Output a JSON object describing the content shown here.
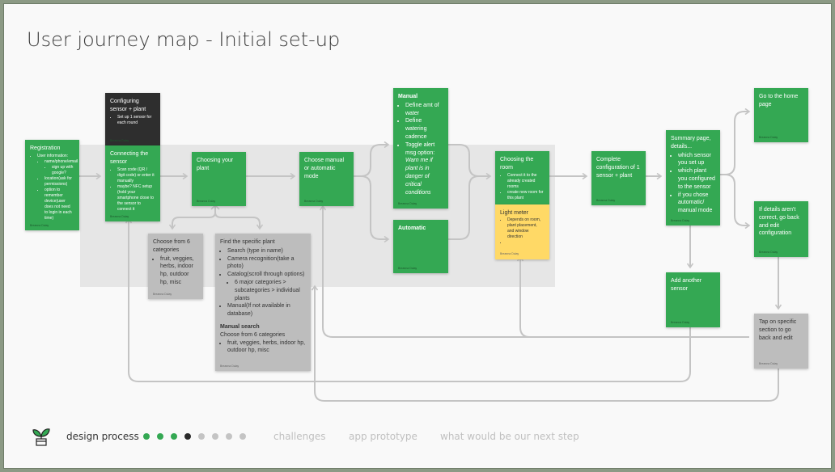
{
  "title": "User journey map - Initial set-up",
  "colors": {
    "green": "#34a853",
    "dark": "#2e2e2e",
    "yellow": "#ffd966",
    "gray": "#bdbdbd",
    "connector": "#c4c4c4"
  },
  "cards": {
    "registration": {
      "title": "Registration",
      "items": [
        {
          "text": "User information:",
          "children": [
            {
              "text": "name/phone/email",
              "children": [
                {
                  "text": "sign up with google?"
                }
              ]
            },
            {
              "text": "location(ask for permissions)"
            },
            {
              "text": "option to remember device(user does not need to login in each time)"
            }
          ]
        }
      ],
      "author": "Breanna Dulay"
    },
    "configuring": {
      "title": "Configuring sensor + plant",
      "items": [
        {
          "text": "Set up 1 sensor for each round"
        }
      ],
      "author": "Breanna Dulay"
    },
    "connecting": {
      "title": "Connecting the sensor",
      "items": [
        {
          "text": "Scan code (QR / digit code) or enter it manually"
        },
        {
          "text": "maybe? NFC setup (hold your smartphone close to the sensor to connect it"
        }
      ],
      "author": "Breanna Dulay"
    },
    "choosing_plant": {
      "title": "Choosing your plant",
      "items": [],
      "author": "Breanna Dulay"
    },
    "choose_mode": {
      "title": "Choose manual or automatic mode",
      "items": [],
      "author": "Breanna Dulay"
    },
    "manual": {
      "title": "Manual",
      "items": [
        {
          "text": "Define amt of water"
        },
        {
          "text": "Define watering cadence"
        },
        {
          "text": "Toggle alert msg option: ",
          "italic": "Warn me if plant is in danger of critical conditions"
        }
      ],
      "author": "Breanna Dulay"
    },
    "automatic": {
      "title": "Automatic",
      "items": [],
      "author": "Breanna Dulay"
    },
    "choosing_room": {
      "title": "Choosing the room",
      "items": [
        {
          "text": "Connect it to the already created rooms"
        },
        {
          "text": "create new room for this plant"
        }
      ]
    },
    "light_meter": {
      "title": "Light meter",
      "items": [
        {
          "text": "Depends on room, plant placement, and window direction"
        },
        {
          "text": ""
        }
      ],
      "author": "Breanna Dulay"
    },
    "complete": {
      "title": "Complete configuration of 1 sensor + plant",
      "items": [],
      "author": "Breanna Dulay"
    },
    "summary": {
      "title": "Summary page, details...",
      "items": [
        {
          "text": "which sensor you set up"
        },
        {
          "text": "which plant you configured to the sensor"
        },
        {
          "text": "if you chose automatic/ manual mode"
        }
      ],
      "author": "Breanna Dulay"
    },
    "home": {
      "title": "Go to the home page",
      "items": [],
      "author": "Breanna Dulay"
    },
    "edit": {
      "title": "If details aren't correct, go back and edit configuration",
      "items": [],
      "author": "Breanna Dulay"
    },
    "add_sensor": {
      "title": "Add another sensor",
      "items": [],
      "author": "Breanna Dulay"
    },
    "tap_section": {
      "title": "Tap on specific section to go back and edit",
      "items": [],
      "author": "Breanna Dulay"
    },
    "choose_categories": {
      "title": "Choose from 6 categories",
      "items": [
        {
          "text": "fruit, veggies, herbs, indoor hp, outdoor hp, misc"
        }
      ],
      "author": "Breanna Dulay"
    },
    "find_plant": {
      "title": "Find the specific plant",
      "items": [
        {
          "text": "Search (type in name)"
        },
        {
          "text": "Camera recognition(take a photo)"
        },
        {
          "text": "Catalog(scroll through options)",
          "children": [
            {
              "text": "6 major categories > subcategories > individual plants"
            }
          ]
        },
        {
          "text": "Manual(If not available in database)"
        }
      ],
      "subheading": "Manual search",
      "subtitle": "Choose from 6 categories",
      "items2": [
        {
          "text": "fruit, veggies, herbs, indoor hp, outdoor hp, misc"
        }
      ],
      "author": "Breanna Dulay"
    }
  },
  "footer": {
    "logo_icon": "plant-pot-icon",
    "current": "design process",
    "progress": {
      "total": 8,
      "completed": 3,
      "current": 4
    },
    "links": [
      "challenges",
      "app prototype",
      "what would be our next step"
    ]
  }
}
